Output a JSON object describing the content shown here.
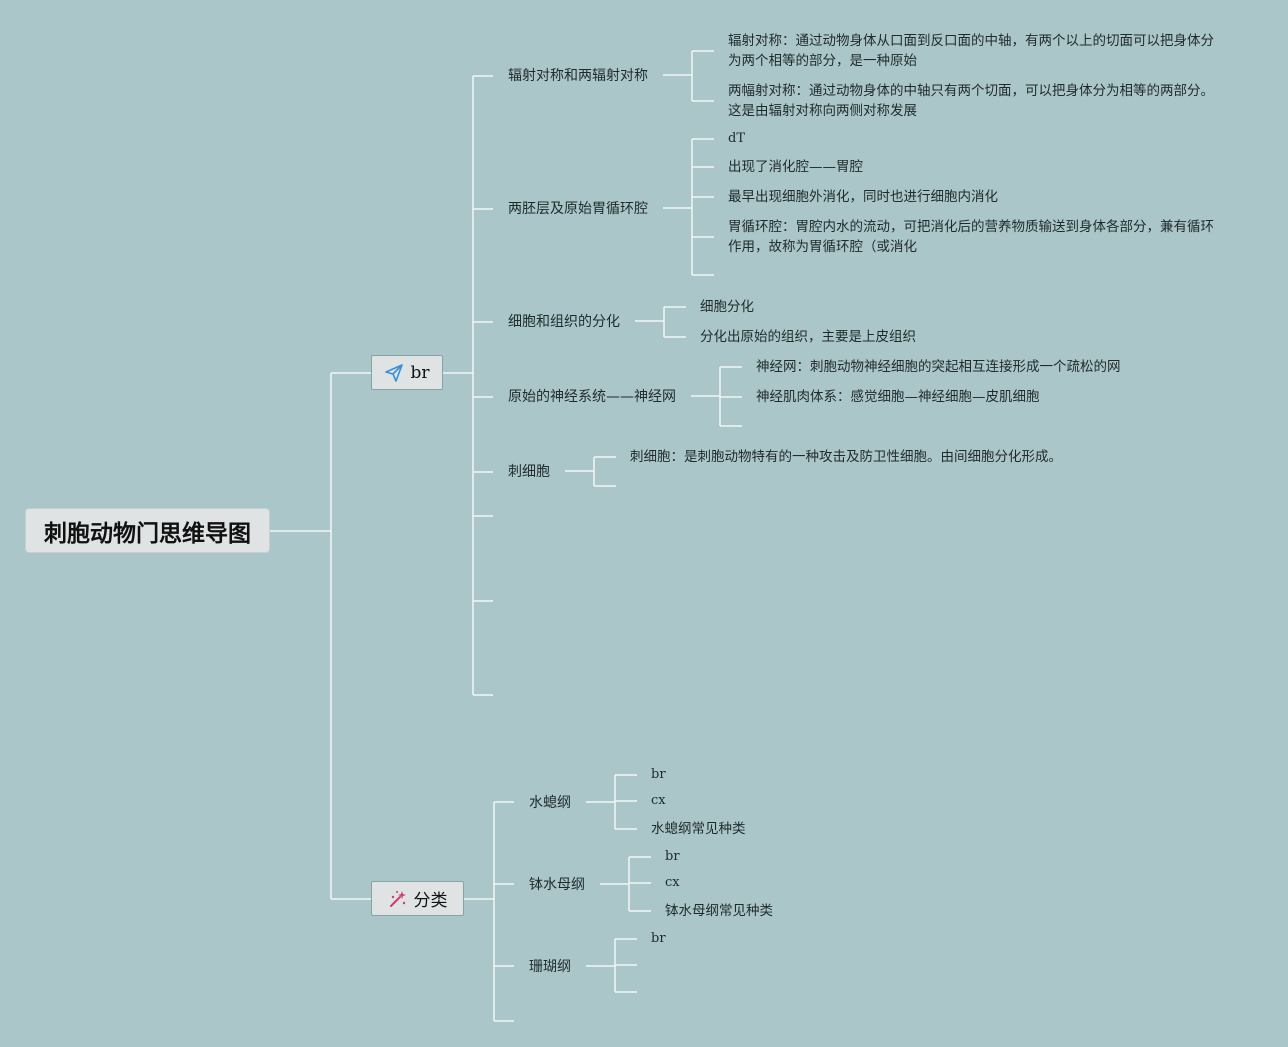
{
  "root": {
    "title": "刺胞动物门思维导图"
  },
  "branches": [
    {
      "label": "br",
      "icon": "paper-plane-icon",
      "icon_color": "#3a8fd6",
      "children": [
        {
          "label": "辐射对称和两辐射对称",
          "children": [
            "辐射对称：通过动物身体从口面到反口面的中轴，有两个以上的切面可以把身体分为两个相等的部分，是一种原始",
            "两幅射对称：通过动物身体的中轴只有两个切面，可以把身体分为相等的两部分。这是由辐射对称向两侧对称发展"
          ]
        },
        {
          "label": "两胚层及原始胃循环腔",
          "children": [
            "dT",
            "出现了消化腔——胃腔",
            "最早出现细胞外消化，同时也进行细胞内消化",
            "胃循环腔：胃腔内水的流动，可把消化后的营养物质输送到身体各部分，兼有循环作用，故称为胃循环腔（或消化",
            ""
          ]
        },
        {
          "label": "细胞和组织的分化",
          "children": [
            "细胞分化",
            "分化出原始的组织，主要是上皮组织"
          ]
        },
        {
          "label": "原始的神经系统——神经网",
          "children": [
            "神经网：刺胞动物神经细胞的突起相互连接形成一个疏松的网",
            "神经肌肉体系：感觉细胞—神经细胞—皮肌细胞",
            ""
          ]
        },
        {
          "label": "刺细胞",
          "children": [
            "刺细胞：是刺胞动物特有的一种攻击及防卫性细胞。由间细胞分化形成。",
            ""
          ]
        },
        {
          "label": "",
          "children": []
        },
        {
          "label": "",
          "children": []
        },
        {
          "label": "",
          "children": []
        }
      ]
    },
    {
      "label": "分类",
      "icon": "magic-wand-icon",
      "icon_color": "#d23b6b",
      "children": [
        {
          "label": "水螅纲",
          "children": [
            "br",
            "cx",
            "水螅纲常见种类"
          ]
        },
        {
          "label": "钵水母纲",
          "children": [
            "br",
            "cx",
            "钵水母纲常见种类"
          ]
        },
        {
          "label": "珊瑚纲",
          "children": [
            "br",
            "",
            ""
          ]
        },
        {
          "label": "",
          "children": []
        }
      ]
    }
  ]
}
